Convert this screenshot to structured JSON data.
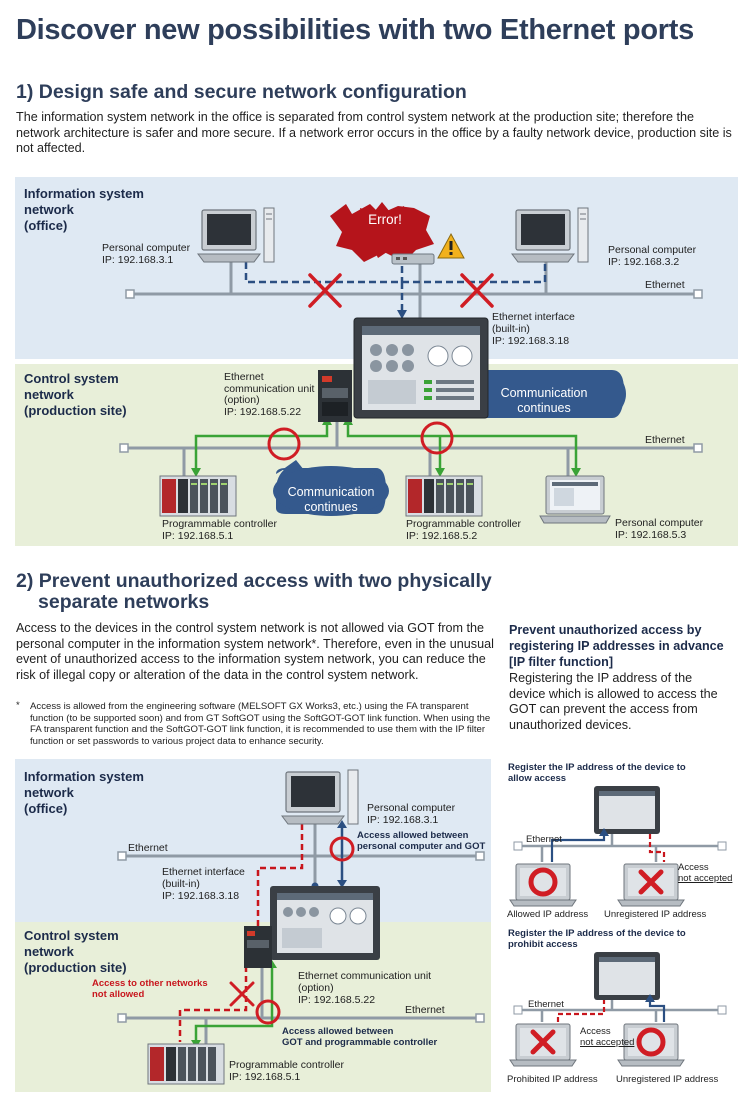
{
  "title": "Discover new possibilities with two Ethernet ports",
  "section1": {
    "heading": "1) Design safe and secure network configuration",
    "body": "The information system network in the office is separated from control system network at the production site; therefore the network architecture is safer and more secure. If a network error occurs in the office by a faulty network device, production site is not affected.",
    "info_label": [
      "Information system",
      "network",
      "(office)"
    ],
    "control_label": [
      "Control system",
      "network",
      "(production site)"
    ],
    "error": "Error!",
    "pc_left": [
      "Personal computer",
      "IP: 192.168.3.1"
    ],
    "pc_right": [
      "Personal computer",
      "IP: 192.168.3.2"
    ],
    "ethernet_top": "Ethernet",
    "ethernet_bottom": "Ethernet",
    "eth_if": [
      "Ethernet interface",
      "(built-in)",
      "IP: 192.168.3.18"
    ],
    "eth_unit": [
      "Ethernet",
      "communication unit",
      "(option)",
      "IP: 192.168.5.22"
    ],
    "comm_bubble_right": [
      "Communication",
      "continues"
    ],
    "comm_bubble_left": [
      "Communication",
      "continues"
    ],
    "plc1": [
      "Programmable controller",
      "IP: 192.168.5.1"
    ],
    "plc2": [
      "Programmable controller",
      "IP: 192.168.5.2"
    ],
    "pc_bottom": [
      "Personal computer",
      "IP: 192.168.5.3"
    ]
  },
  "section2": {
    "heading_line1": "2) Prevent unauthorized access with two physically",
    "heading_line2": "separate networks",
    "body": "Access to the devices in the control system network is not allowed via GOT from the personal computer in the information system network*. Therefore, even in the unusual event of unauthorized access to the information system network, you can reduce the risk of illegal copy or alteration of the data in the control system network.",
    "footnote_mark": "*",
    "footnote": "Access is allowed from the engineering software (MELSOFT GX Works3, etc.) using the FA transparent function (to be supported soon) and from GT SoftGOT using the SoftGOT-GOT link function. When using the FA transparent function and the SoftGOT-GOT link function, it is recommended to use them with the IP filter function or set passwords to various project data to enhance security.",
    "side_heading": [
      "Prevent unauthorized access by",
      "registering IP addresses in advance",
      "[IP filter function]"
    ],
    "side_body": "Registering the IP address of the device which is allowed to access the GOT can prevent the access from unauthorized devices.",
    "info_label": [
      "Information system",
      "network",
      "(office)"
    ],
    "control_label": [
      "Control system",
      "network",
      "(production site)"
    ],
    "pc": [
      "Personal computer",
      "IP: 192.168.3.1"
    ],
    "access_pc_got": [
      "Access allowed between",
      "personal computer and GOT"
    ],
    "ethernet_top": "Ethernet",
    "ethernet_bottom": "Ethernet",
    "eth_if": [
      "Ethernet interface",
      "(built-in)",
      "IP: 192.168.3.18"
    ],
    "eth_unit": [
      "Ethernet communication unit",
      "(option)",
      "IP: 192.168.5.22"
    ],
    "other_networks": [
      "Access to other networks",
      "not allowed"
    ],
    "access_got_plc": [
      "Access allowed between",
      "GOT and programmable controller"
    ],
    "plc": [
      "Programmable controller",
      "IP: 192.168.5.1"
    ],
    "filter_allow": {
      "title": [
        "Register the IP address of the device to",
        "allow access"
      ],
      "ethernet": "Ethernet",
      "access": [
        "Access",
        "not accepted"
      ],
      "left": "Allowed IP address",
      "right": "Unregistered IP address"
    },
    "filter_prohibit": {
      "title": [
        "Register the IP address of the device to",
        "prohibit access"
      ],
      "ethernet": "Ethernet",
      "access": [
        "Access",
        "not accepted"
      ],
      "left": "Prohibited IP address",
      "right": "Unregistered IP address"
    }
  },
  "colors": {
    "heading": "#2e3e5a",
    "info_bg": "#dfe9f3",
    "control_bg": "#e8efd9",
    "network_line": "#8f9aa5",
    "dashed_line": "#2b4f82",
    "green_line": "#3aa336",
    "red": "#d01d24",
    "bubble_blue": "#34598d"
  }
}
